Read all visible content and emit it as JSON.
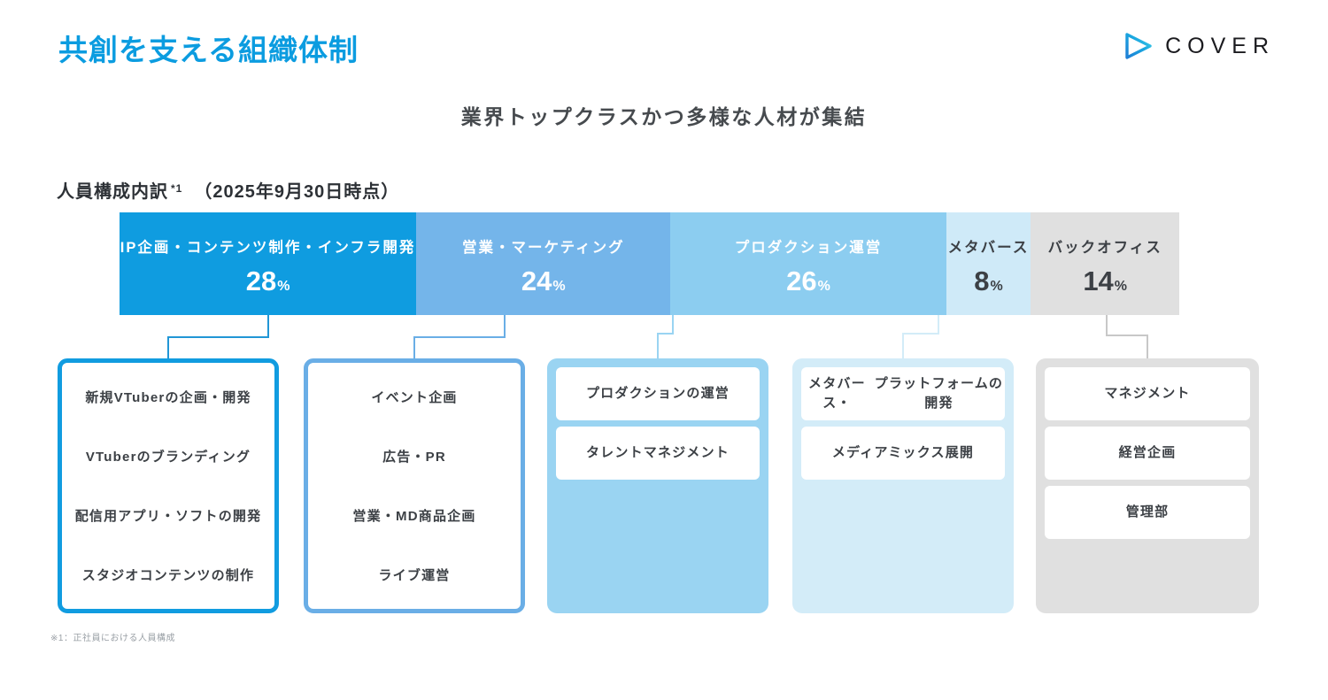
{
  "header": {
    "title": "共創を支える組織体制",
    "logo_text": "COVER",
    "logo_icon": "play-triangle-icon",
    "title_color": "#0b9ce0"
  },
  "subtitle": "業界トップクラスかつ多様な人材が集結",
  "section": {
    "label": "人員構成内訳",
    "footnote_marker": "*1",
    "date": "（2025年9月30日時点）"
  },
  "chart_data": {
    "type": "bar",
    "orientation": "horizontal-stacked",
    "title": "人員構成内訳 *1 （2025年9月30日時点）",
    "categories": [
      "IP企画・コンテンツ制作・インフラ開発",
      "営業・マーケティング",
      "プロダクション運営",
      "メタバース",
      "バックオフィス"
    ],
    "values": [
      28,
      24,
      26,
      8,
      14
    ],
    "unit": "%",
    "colors": [
      "#0f9ce0",
      "#74b5ea",
      "#8ccdf0",
      "#cfeaf8",
      "#e0e0e0"
    ],
    "label_colors": [
      "#ffffff",
      "#ffffff",
      "#ffffff",
      "#3c4045",
      "#3c4045"
    ],
    "xlabel": "",
    "ylabel": "",
    "ylim": [
      0,
      100
    ],
    "grid": false,
    "legend": false
  },
  "columns": [
    {
      "accent": "#119ce0",
      "style": "outlined",
      "items": [
        {
          "lines": [
            "新規VTuberの企画・開発"
          ]
        },
        {
          "lines": [
            "VTuberのブランディング"
          ]
        },
        {
          "lines": [
            "配信用アプリ・ソフト",
            "の開発"
          ]
        },
        {
          "lines": [
            "スタジオコンテンツの制作"
          ]
        }
      ]
    },
    {
      "accent": "#6aaee6",
      "style": "outlined2",
      "items": [
        {
          "lines": [
            "イベント企画"
          ]
        },
        {
          "lines": [
            "広告・PR"
          ]
        },
        {
          "lines": [
            "営業・MD商品企画"
          ]
        },
        {
          "lines": [
            "ライブ運営"
          ]
        }
      ]
    },
    {
      "accent": "#9ad4f2",
      "style": "filled",
      "items": [
        {
          "lines": [
            "プロダクションの運営"
          ]
        },
        {
          "lines": [
            "タレントマネジメント"
          ]
        }
      ]
    },
    {
      "accent": "#d3ecf8",
      "style": "filled",
      "items": [
        {
          "lines": [
            "メタバース・",
            "プラットフォームの開発"
          ]
        },
        {
          "lines": [
            "メディアミックス展開"
          ]
        }
      ]
    },
    {
      "accent": "#e0e0e0",
      "style": "filled",
      "items": [
        {
          "lines": [
            "マネジメント"
          ]
        },
        {
          "lines": [
            "経営企画"
          ]
        },
        {
          "lines": [
            "管理部"
          ]
        }
      ]
    }
  ],
  "footnote": "※1：正社員における人員構成"
}
